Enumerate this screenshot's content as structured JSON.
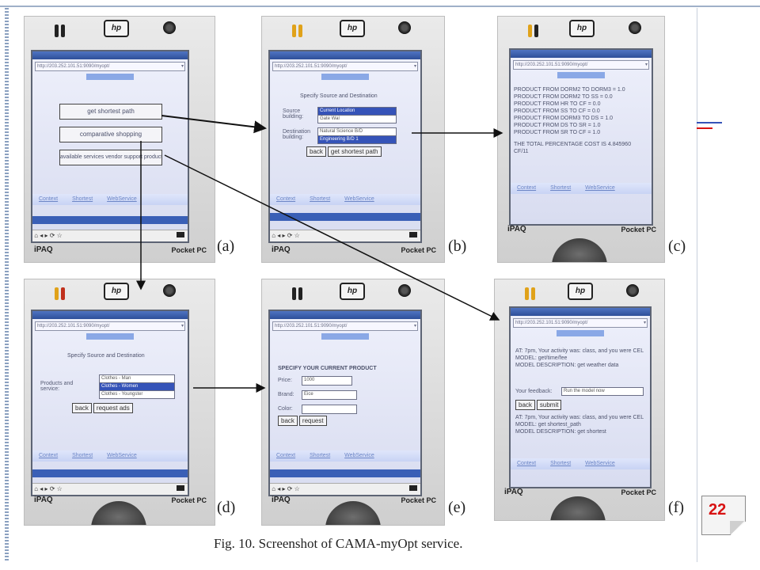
{
  "caption": "Fig. 10. Screenshot of CAMA-myOpt service.",
  "page_number": "22",
  "device": {
    "brand_left": "iPAQ",
    "brand_right": "Pocket PC",
    "logo": "hp"
  },
  "colors": {
    "accent_red": "#d81313",
    "screen_blue": "#3553b8",
    "frame_blue": "#9fb0c8"
  },
  "panels": {
    "a": {
      "label": "(a)",
      "url": "http://203.252.101.51:9090/myopt/",
      "buttons": [
        "get shortest path",
        "comparative shopping",
        "available services vendor support product"
      ],
      "nav": [
        "Context",
        "Shortest",
        "WebService"
      ]
    },
    "b": {
      "label": "(b)",
      "url": "http://203.252.101.51:9090/myopt/",
      "heading": "Specify Source and Destination",
      "source_label": "Source building:",
      "source_options": [
        "Current Location",
        "Gate Wal"
      ],
      "dest_label": "Destination building:",
      "dest_options": [
        "Natural Science B/D",
        "Engineering B/D 1"
      ],
      "back_label": "back",
      "submit_label": "get shortest path",
      "nav": [
        "Context",
        "Shortest",
        "WebService"
      ]
    },
    "c": {
      "label": "(c)",
      "url": "http://203.252.101.51:9090/myopt/",
      "lines": [
        "PRODUCT FROM DORM2 TO DORM3 = 1.0",
        "PRODUCT FROM DORM2 TO SS = 0.0",
        "PRODUCT FROM HR TO CF = 0.0",
        "PRODUCT FROM SS TO CF = 0.0",
        "PRODUCT FROM DORM3 TO DS = 1.0",
        "PRODUCT FROM DS TO SR = 1.0",
        "PRODUCT FROM SR TO CF = 1.0",
        "THE TOTAL PERCENTAGE COST IS 4.845960 CF/11"
      ],
      "nav": [
        "Context",
        "Shortest",
        "WebService"
      ]
    },
    "d": {
      "label": "(d)",
      "url": "http://203.252.101.51:9090/myopt/",
      "heading": "Specify Source and Destination",
      "products_label": "Products and service:",
      "options": [
        "Clothes - Man",
        "Clothes - Women",
        "Clothes - Youngster"
      ],
      "back_label": "back",
      "submit_label": "request ads",
      "nav": [
        "Context",
        "Shortest",
        "WebService"
      ]
    },
    "e": {
      "label": "(e)",
      "url": "http://203.252.101.51:9090/myopt/",
      "heading": "SPECIFY YOUR CURRENT PRODUCT",
      "price_label": "Price:",
      "price_value": "1000",
      "brand_label": "Brand:",
      "brand_value": "Eice",
      "color_label": "Color:",
      "color_value": "",
      "back_label": "back",
      "submit_label": "request",
      "nav": [
        "Context",
        "Shortest",
        "WebService"
      ]
    },
    "f": {
      "label": "(f)",
      "url": "http://203.252.101.51:9090/myopt/",
      "line1": "AT: 7pm, Your activity was: class, and you were CEL",
      "line2": "MODEL: get/time/fee",
      "line3": "MODEL DESCRIPTION: get weather data",
      "feedback_label": "Your feedback:",
      "feedback_value": "Run the model now",
      "back_label": "back",
      "submit_label": "submit",
      "line4": "AT: 7pm, Your activity was: class, and you were CEL",
      "line5": "MODEL: get shortest_path",
      "line6": "MODEL DESCRIPTION: get shortest",
      "nav": [
        "Context",
        "Shortest",
        "WebService"
      ]
    }
  }
}
